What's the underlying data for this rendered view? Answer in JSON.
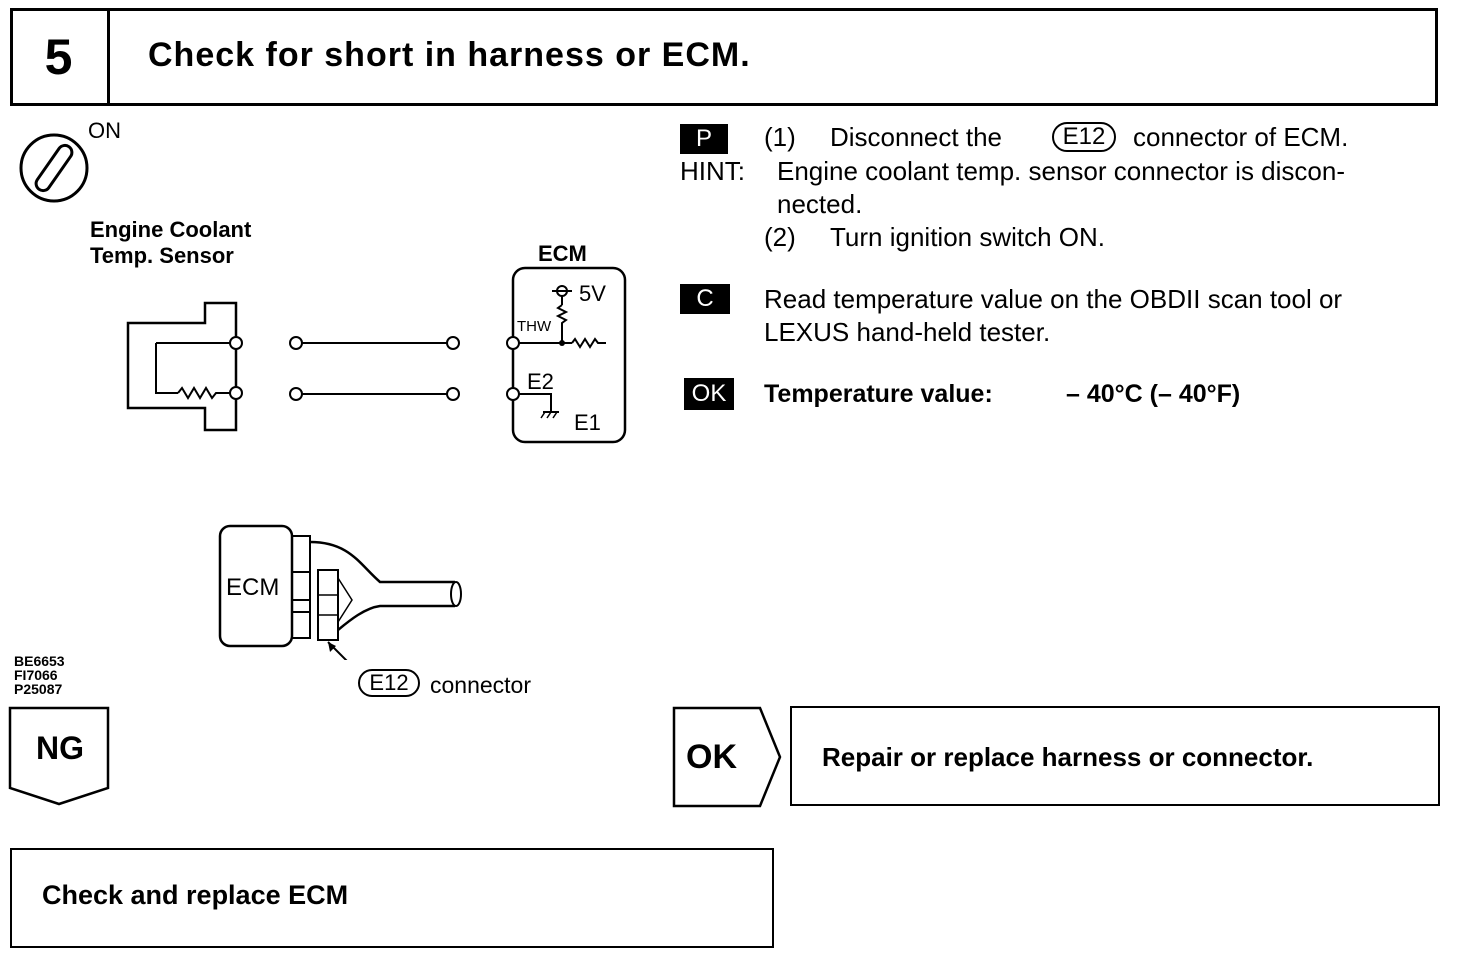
{
  "step": {
    "number": "5",
    "title": "Check for short in harness or ECM."
  },
  "diagram": {
    "ignition_label": "ON",
    "sensor_label_line1": "Engine Coolant",
    "sensor_label_line2": "Temp. Sensor",
    "ecm_title": "ECM",
    "ecm_5v": "5V",
    "ecm_thw": "THW",
    "ecm_e2": "E2",
    "ecm_e1": "E1",
    "ecm_body_label": "ECM",
    "connector_code": "E12",
    "connector_text": "connector",
    "fig_codes": [
      "BE6653",
      "FI7066",
      "P25087"
    ]
  },
  "procedure": {
    "p_badge": "P",
    "step1_num": "(1)",
    "step1_text_a": "Disconnect the",
    "step1_code": "E12",
    "step1_text_b": "connector of ECM.",
    "hint_label": "HINT:",
    "hint_line1": "Engine coolant temp. sensor connector is discon-",
    "hint_line2": "nected.",
    "step2_num": "(2)",
    "step2_text": "Turn ignition switch ON.",
    "c_badge": "C",
    "check_line1": "Read temperature value on the OBDII scan tool or",
    "check_line2": "LEXUS hand-held tester.",
    "ok_badge": "OK",
    "ok_label": "Temperature value:",
    "ok_value": "– 40°C (– 40°F)"
  },
  "results": {
    "ng_label": "NG",
    "ng_action": "Check and replace ECM",
    "ok_label": "OK",
    "ok_action": "Repair or replace harness or connector."
  }
}
